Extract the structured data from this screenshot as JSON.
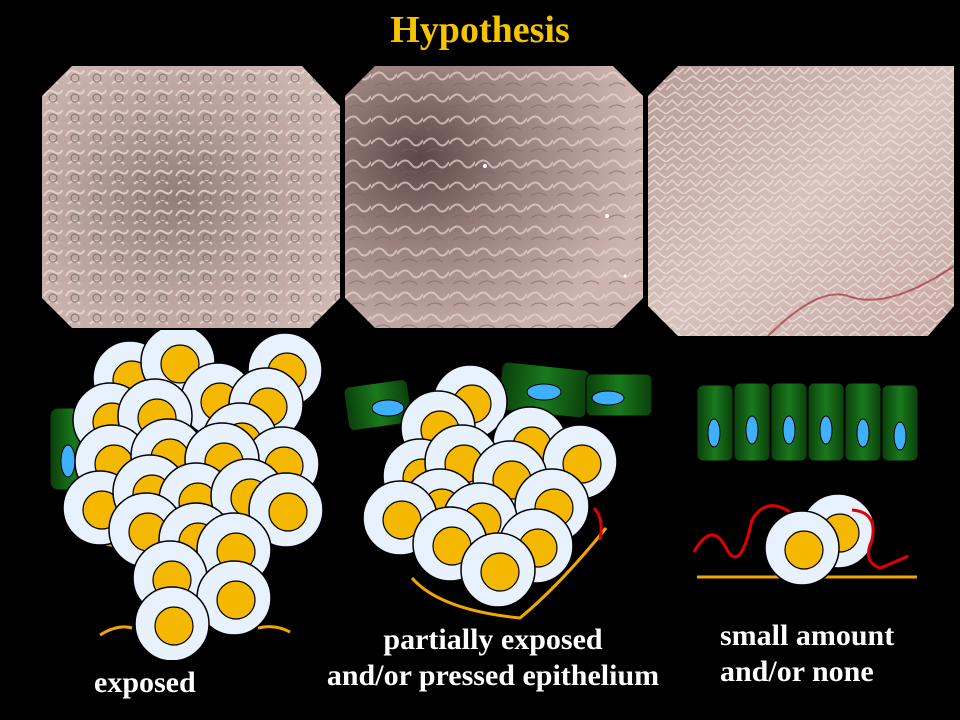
{
  "title": "Hypothesis",
  "captions": {
    "exposed": "exposed",
    "partial_line1": "partially exposed",
    "partial_line2": "and/or pressed epithelium",
    "small_line1": "small amount",
    "small_line2": "and/or none"
  },
  "colors": {
    "title": "#f5c400",
    "background": "#000000",
    "cell_body": "#e8f2ff",
    "cell_nucleus": "#f5b800",
    "epithelium_green": "#0e5c10",
    "epithelium_nucleus": "#3fb0ff",
    "basement_line": "#f0a800",
    "red_line": "#e00000",
    "mucosa_pink": "#c9a9a3"
  },
  "icons": [
    "endoscopy-photo",
    "tumor-cell",
    "epithelial-cell"
  ]
}
